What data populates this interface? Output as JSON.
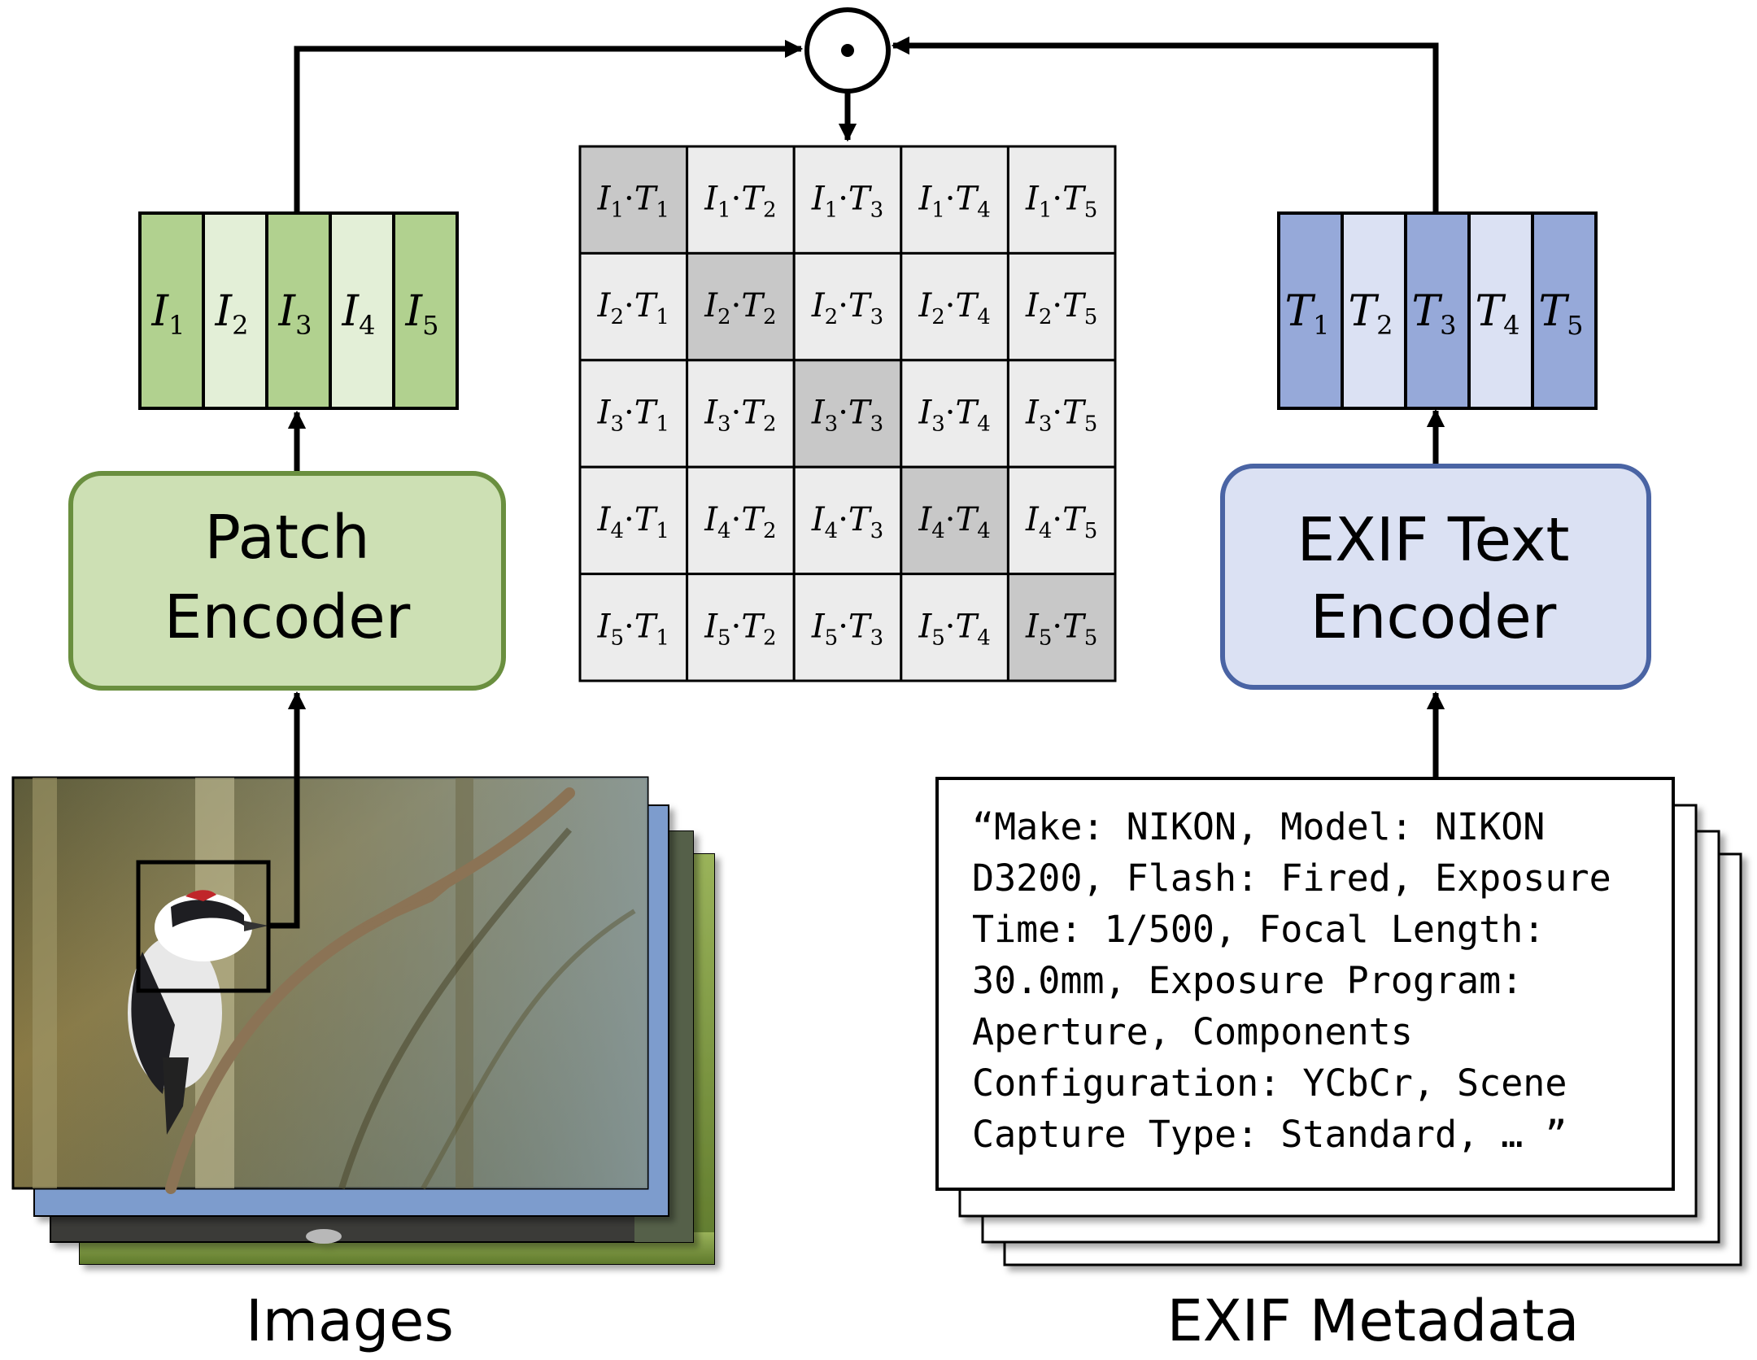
{
  "symbols": {
    "dot_product_operator": "⊙"
  },
  "image_features": {
    "tokens": [
      {
        "base": "I",
        "sub": "1"
      },
      {
        "base": "I",
        "sub": "2"
      },
      {
        "base": "I",
        "sub": "3"
      },
      {
        "base": "I",
        "sub": "4"
      },
      {
        "base": "I",
        "sub": "5"
      }
    ],
    "colors": [
      "#b1d18f",
      "#e3efd7",
      "#b1d18f",
      "#e3efd7",
      "#b1d18f"
    ]
  },
  "text_features": {
    "tokens": [
      {
        "base": "T",
        "sub": "1"
      },
      {
        "base": "T",
        "sub": "2"
      },
      {
        "base": "T",
        "sub": "3"
      },
      {
        "base": "T",
        "sub": "4"
      },
      {
        "base": "T",
        "sub": "5"
      }
    ],
    "colors": [
      "#96a9d9",
      "#dbe1f3",
      "#96a9d9",
      "#dbe1f3",
      "#96a9d9"
    ]
  },
  "patch_encoder": {
    "lines": [
      "Patch",
      "Encoder"
    ],
    "fill": "#cde0b4",
    "stroke": "#6a8f3f"
  },
  "text_encoder": {
    "lines": [
      "EXIF Text",
      "Encoder"
    ],
    "fill": "#dbe1f3",
    "stroke": "#4a64a4"
  },
  "similarity_matrix": {
    "diagonal_fill": "#c8c8c8",
    "cell_fill": "#ececec"
  },
  "exif_text": {
    "lines": [
      "“Make: NIKON, Model: NIKON",
      "D3200, Flash: Fired, Exposure",
      "Time: 1/500, Focal Length:",
      "30.0mm, Exposure Program:",
      "Aperture, Components",
      "Configuration: YCbCr, Scene",
      "Capture Type: Standard, … ”"
    ]
  },
  "captions": {
    "images": "Images",
    "exif_metadata": "EXIF Metadata"
  }
}
